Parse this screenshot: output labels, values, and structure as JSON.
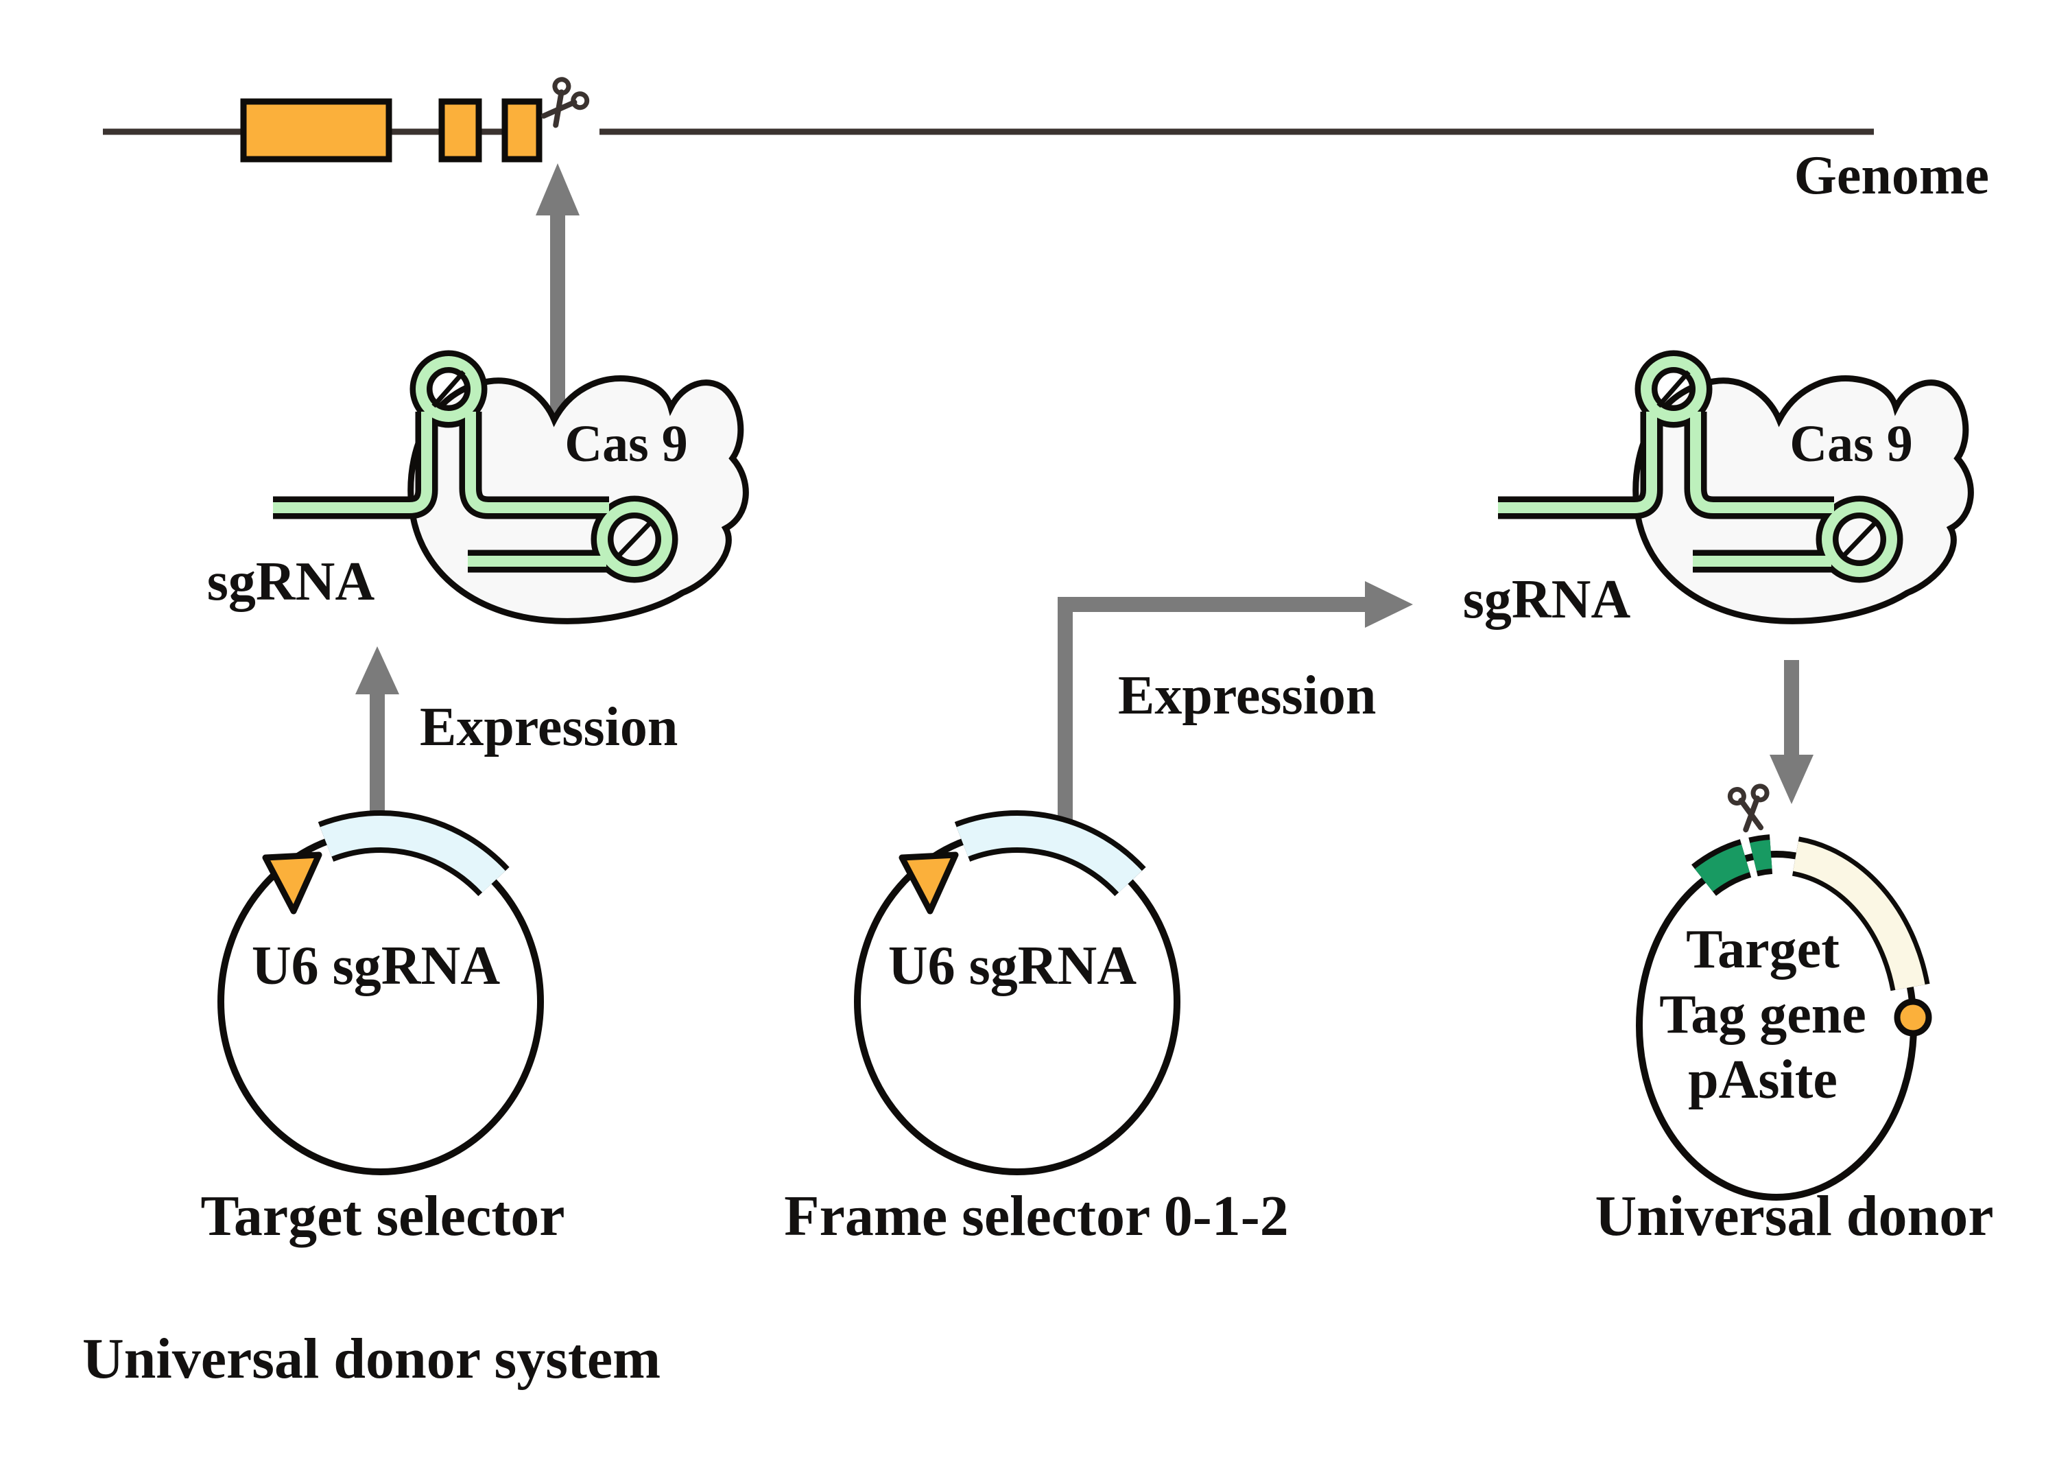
{
  "genome": {
    "label": "Genome"
  },
  "cas9_left": {
    "label": "Cas 9"
  },
  "cas9_right": {
    "label": "Cas 9"
  },
  "sgrna_left": {
    "label": "sgRNA"
  },
  "sgrna_right": {
    "label": "sgRNA"
  },
  "expression_left": {
    "label": "Expression"
  },
  "expression_right": {
    "label": "Expression"
  },
  "plasmids": {
    "target_selector": {
      "gene": "U6 sgRNA",
      "caption": "Target selector"
    },
    "frame_selector": {
      "gene": "U6 sgRNA",
      "caption": "Frame selector 0-1-2"
    },
    "universal_donor": {
      "line1": "Target",
      "line2": "Tag gene",
      "line3": "pAsite",
      "caption": "Universal donor"
    }
  },
  "footer": {
    "label": "Universal donor system"
  },
  "icons": {
    "cut_site": "scissors"
  },
  "colors": {
    "exon_orange": "#FBB03B",
    "genome_line": "#3B3330",
    "outline": "#0E0C0A",
    "arrow_gray": "#7B7B7B",
    "sgrna_green": "#BDF0BC",
    "cas9_blob_fill": "#F8F8F8",
    "donor_green": "#189A62",
    "donor_cream": "#FBF7E4",
    "gene_blue": "#E4F6FB",
    "footer_gray": "#9A9894",
    "scissors": "#3B3330"
  }
}
